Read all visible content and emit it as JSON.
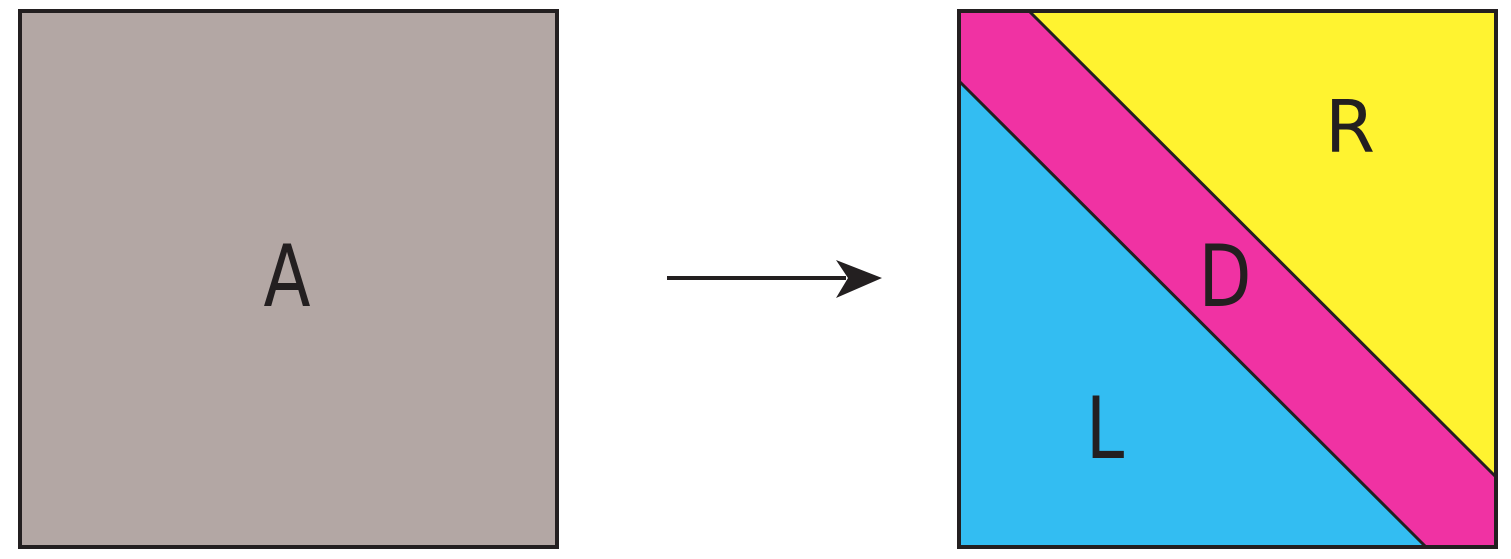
{
  "diagram": {
    "source_square": {
      "label": "A",
      "fill": "#b3a7a4"
    },
    "arrow": {
      "color": "#231f20"
    },
    "result_square": {
      "regions": {
        "left": {
          "label": "L",
          "fill": "#33bdf2"
        },
        "diagonal": {
          "label": "D",
          "fill": "#f032a3"
        },
        "right": {
          "label": "R",
          "fill": "#fff330"
        }
      }
    },
    "outline_color": "#231f20"
  }
}
